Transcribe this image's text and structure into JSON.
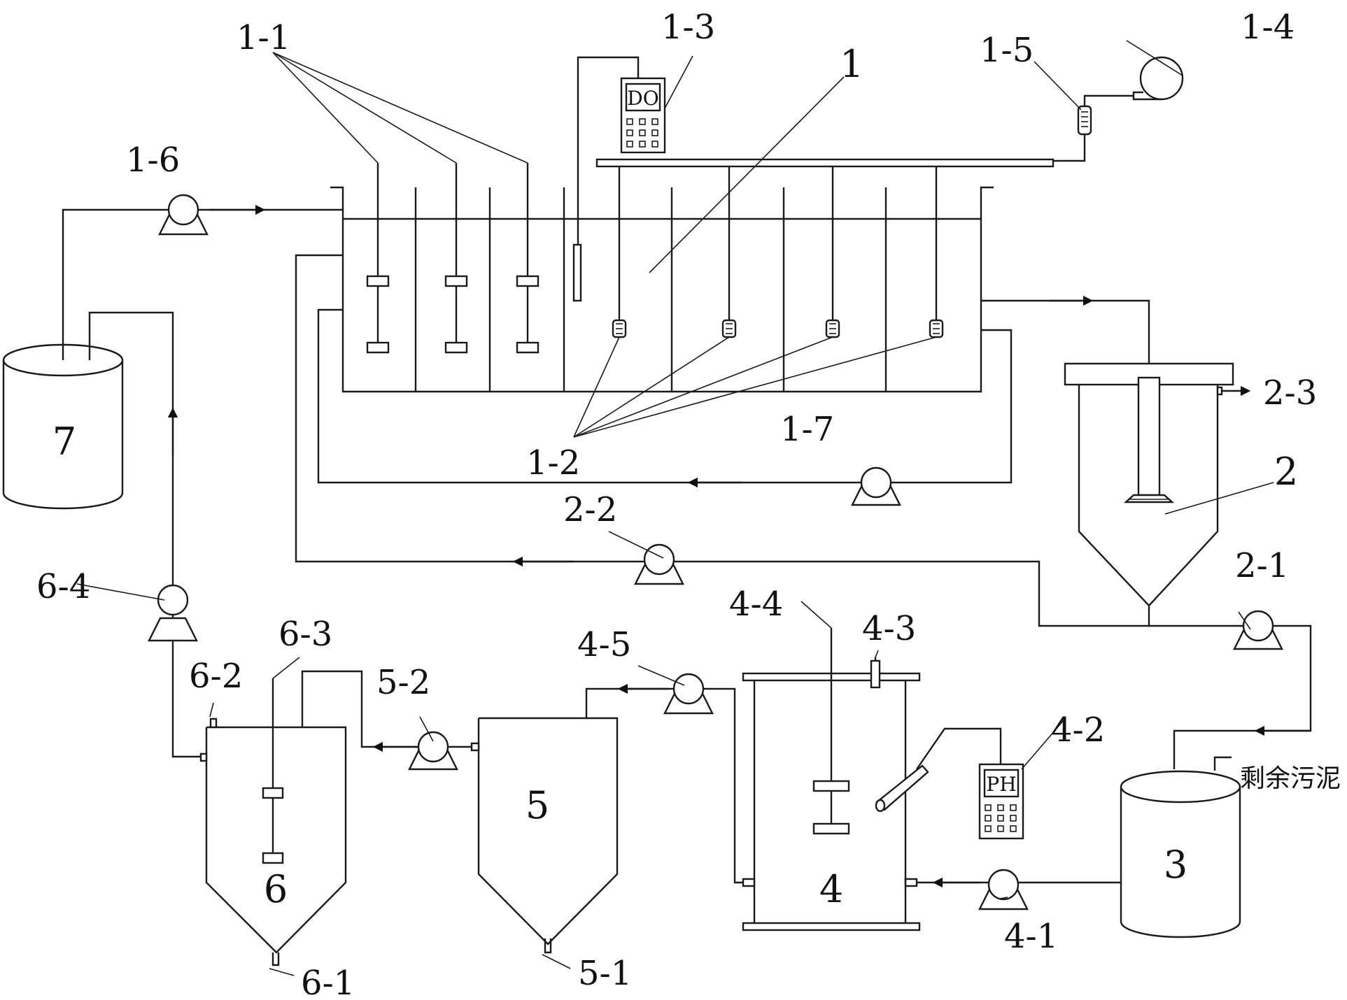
{
  "labels": {
    "l1_1": "1-1",
    "l1_2": "1-2",
    "l1_3": "1-3",
    "l1_4": "1-4",
    "l1_5": "1-5",
    "l1_6": "1-6",
    "l1_7": "1-7",
    "l1": "1",
    "l2": "2",
    "l2_1": "2-1",
    "l2_2": "2-2",
    "l2_3": "2-3",
    "l3": "3",
    "l4": "4",
    "l4_1": "4-1",
    "l4_2": "4-2",
    "l4_3": "4-3",
    "l4_4": "4-4",
    "l4_5": "4-5",
    "l5": "5",
    "l5_1": "5-1",
    "l5_2": "5-2",
    "l6": "6",
    "l6_1": "6-1",
    "l6_2": "6-2",
    "l6_3": "6-3",
    "l6_4": "6-4",
    "l7": "7"
  },
  "meters": {
    "do": "DO",
    "ph": "PH"
  },
  "inputs": {
    "excess_sludge": "剩余污泥"
  }
}
